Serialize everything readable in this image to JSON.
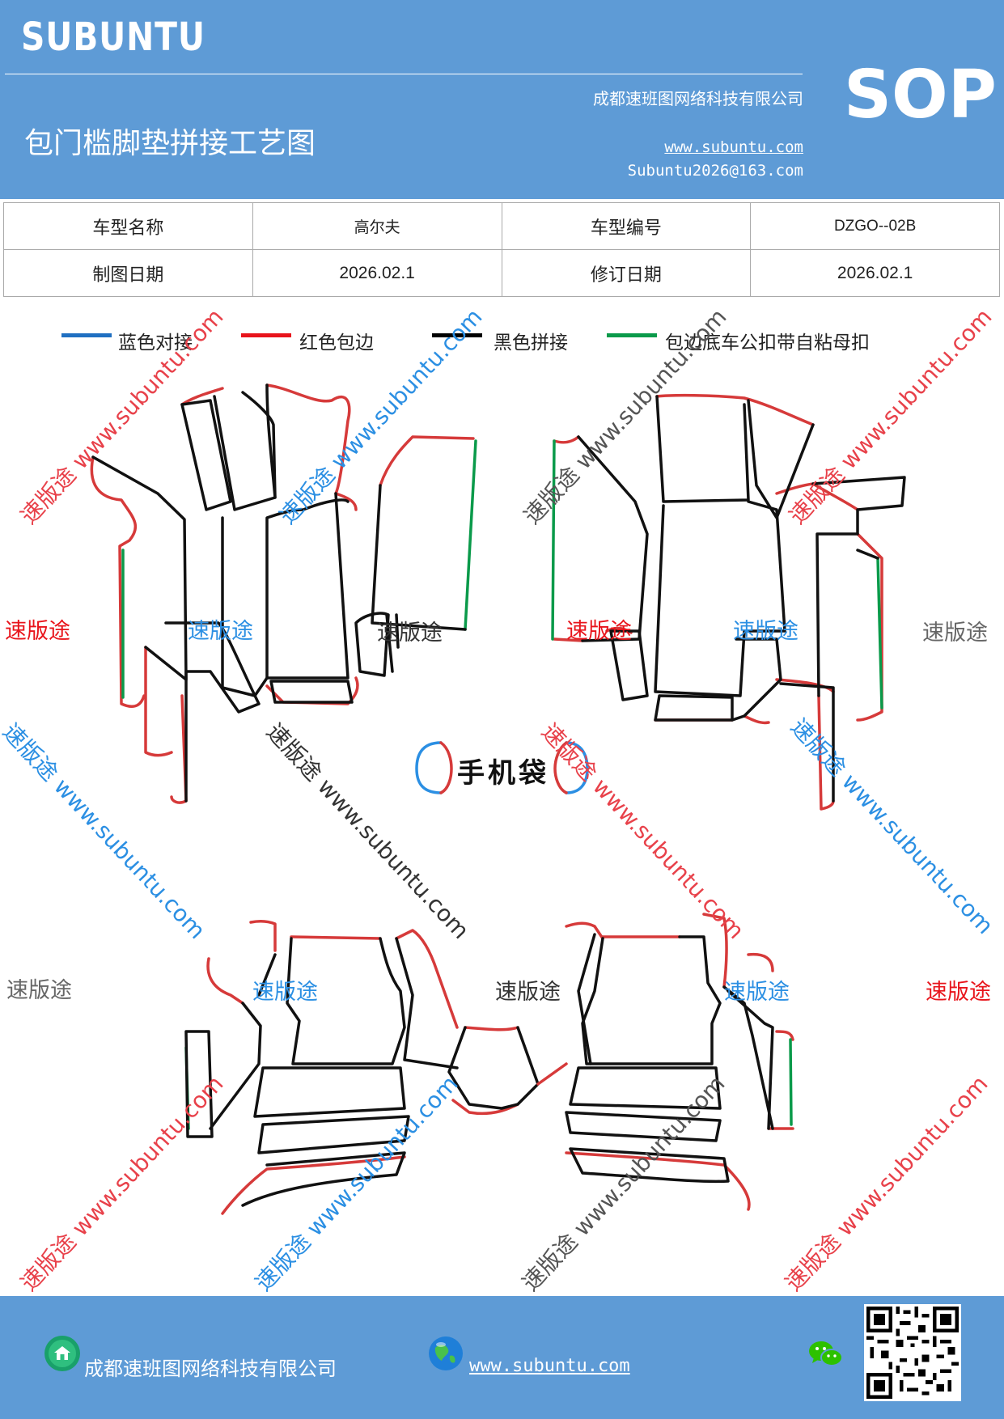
{
  "header": {
    "brand": "SUBUNTU",
    "company": "成都速班图网络科技有限公司",
    "title": "包门槛脚垫拼接工艺图",
    "website": "www.subuntu.com",
    "email": "Subuntu2026@163.com",
    "badge": "SOP"
  },
  "info": {
    "model_name_label": "车型名称",
    "model_name_value": "高尔夫",
    "model_code_label": "车型编号",
    "model_code_value": "DZGO--02B",
    "draw_date_label": "制图日期",
    "draw_date_value": "2026.02.1",
    "revise_date_label": "修订日期",
    "revise_date_value": "2026.02.1"
  },
  "legend": [
    {
      "label": "蓝色对接",
      "color": "#1f6fc1"
    },
    {
      "label": "红色包边",
      "color": "#e8141b"
    },
    {
      "label": "黑色拼接",
      "color": "#000000"
    },
    {
      "label": "包边底车公扣带自粘母扣",
      "color": "#0a9a4a"
    }
  ],
  "watermarks": {
    "brand_text": "速版途",
    "diag_text": "速版途 www.subuntu.com",
    "url_text": "www.subuntu.com"
  },
  "diagram": {
    "phone_bag_label": "手机袋"
  },
  "footer": {
    "company": "成都速班图网络科技有限公司",
    "website": "www.subuntu.com"
  },
  "icons": {
    "home": "home-icon",
    "globe": "globe-icon",
    "wechat": "wechat-icon",
    "qr": "qr-code-icon"
  }
}
